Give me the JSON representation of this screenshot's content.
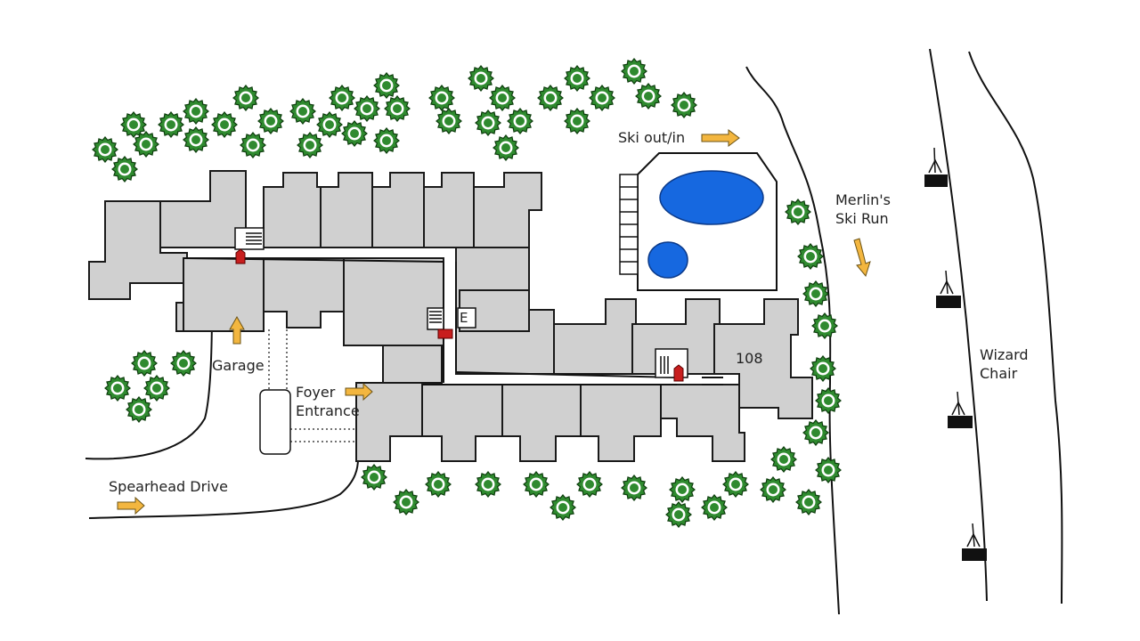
{
  "labels": {
    "ski_out_in": "Ski out/in",
    "merlins_ski_run": "Merlin's\nSki Run",
    "wizard_chair": "Wizard\nChair",
    "garage": "Garage",
    "foyer_entrance": "Foyer\nEntrance",
    "spearhead_drive": "Spearhead Drive",
    "room_108": "108",
    "elevator": "E"
  },
  "icons": {
    "tree": "tree-icon",
    "direction": "arrow-icon",
    "stairs": "stairs-icon",
    "door": "door-icon",
    "chair_lift": "chair-lift-icon"
  },
  "colors": {
    "building": "#d0d0d0",
    "tree": "#2f8a2f",
    "pool": "#1668e0",
    "arrow": "#f3b63f",
    "door": "#c81e1e"
  }
}
